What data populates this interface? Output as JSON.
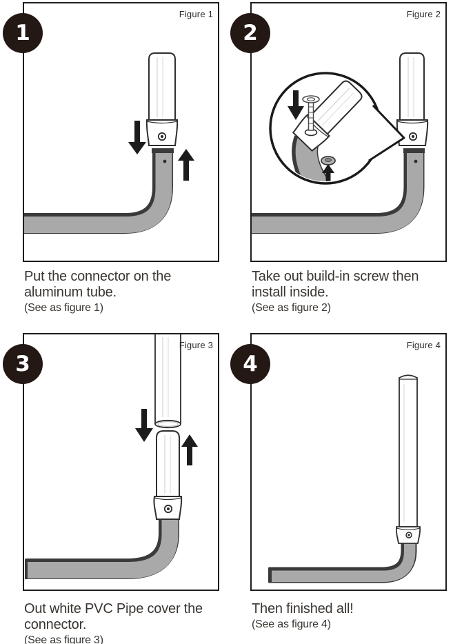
{
  "colors": {
    "badge_bg": "#241815",
    "badge_text": "#ffffff",
    "tube_gray": "#a9a9a9",
    "tube_outline": "#3a3a3a",
    "line": "#2e2e2e",
    "arrow": "#1c1c1c",
    "caption_text": "#3a3531"
  },
  "panels": [
    {
      "number": "1",
      "figure_label": "Figure 1",
      "caption": {
        "line1": "Put the connector on the",
        "line2": "aluminum tube.",
        "note": "(See as figure 1)"
      }
    },
    {
      "number": "2",
      "figure_label": "Figure 2",
      "caption": {
        "line1": "Take out build-in screw then",
        "line2": "install inside.",
        "note": "(See as figure 2)"
      }
    },
    {
      "number": "3",
      "figure_label": "Figure 3",
      "caption": {
        "line1": "Out white PVC Pipe cover the",
        "line2": "connector.",
        "note": "(See as figure 3)"
      }
    },
    {
      "number": "4",
      "figure_label": "Figure 4",
      "caption": {
        "line1": "Then finished all!",
        "line2": "",
        "note": "(See as figure 4)"
      }
    }
  ]
}
